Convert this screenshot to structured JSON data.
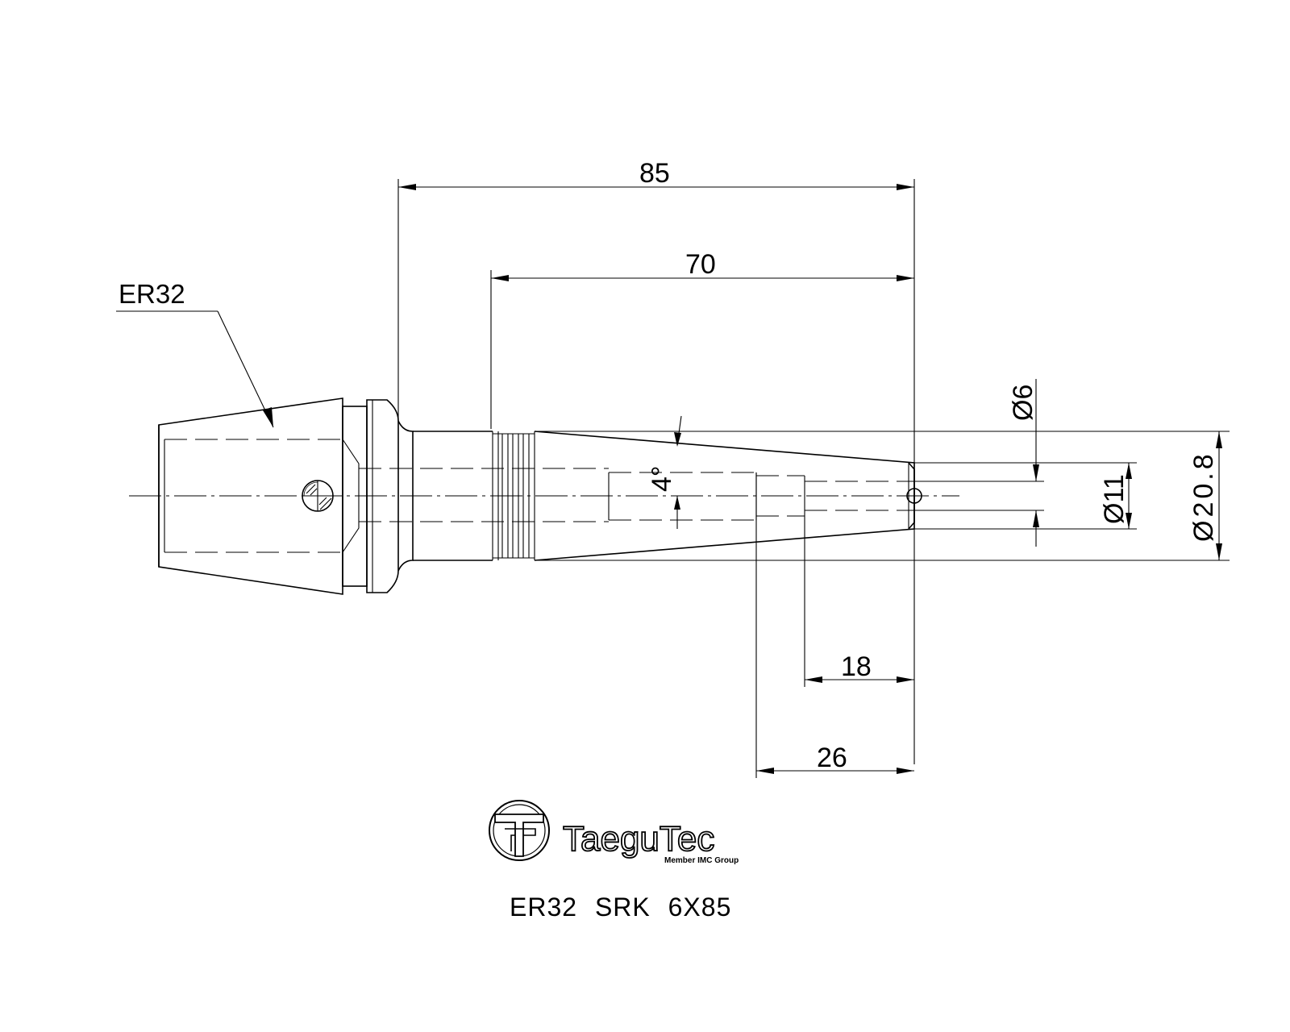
{
  "drawing": {
    "collet_label": "ER32",
    "angle_label": "4°",
    "part_title": "ER32 SRK 6X85"
  },
  "dimensions": {
    "overall_length": "85",
    "taper_length": "70",
    "bore_depth_short": "18",
    "bore_depth_long": "26",
    "dia_small": "Ø6",
    "dia_mid": "Ø11",
    "dia_large": "Ø20.8"
  },
  "logo": {
    "brand_name": "TaeguTec",
    "tagline": "Member IMC Group"
  }
}
